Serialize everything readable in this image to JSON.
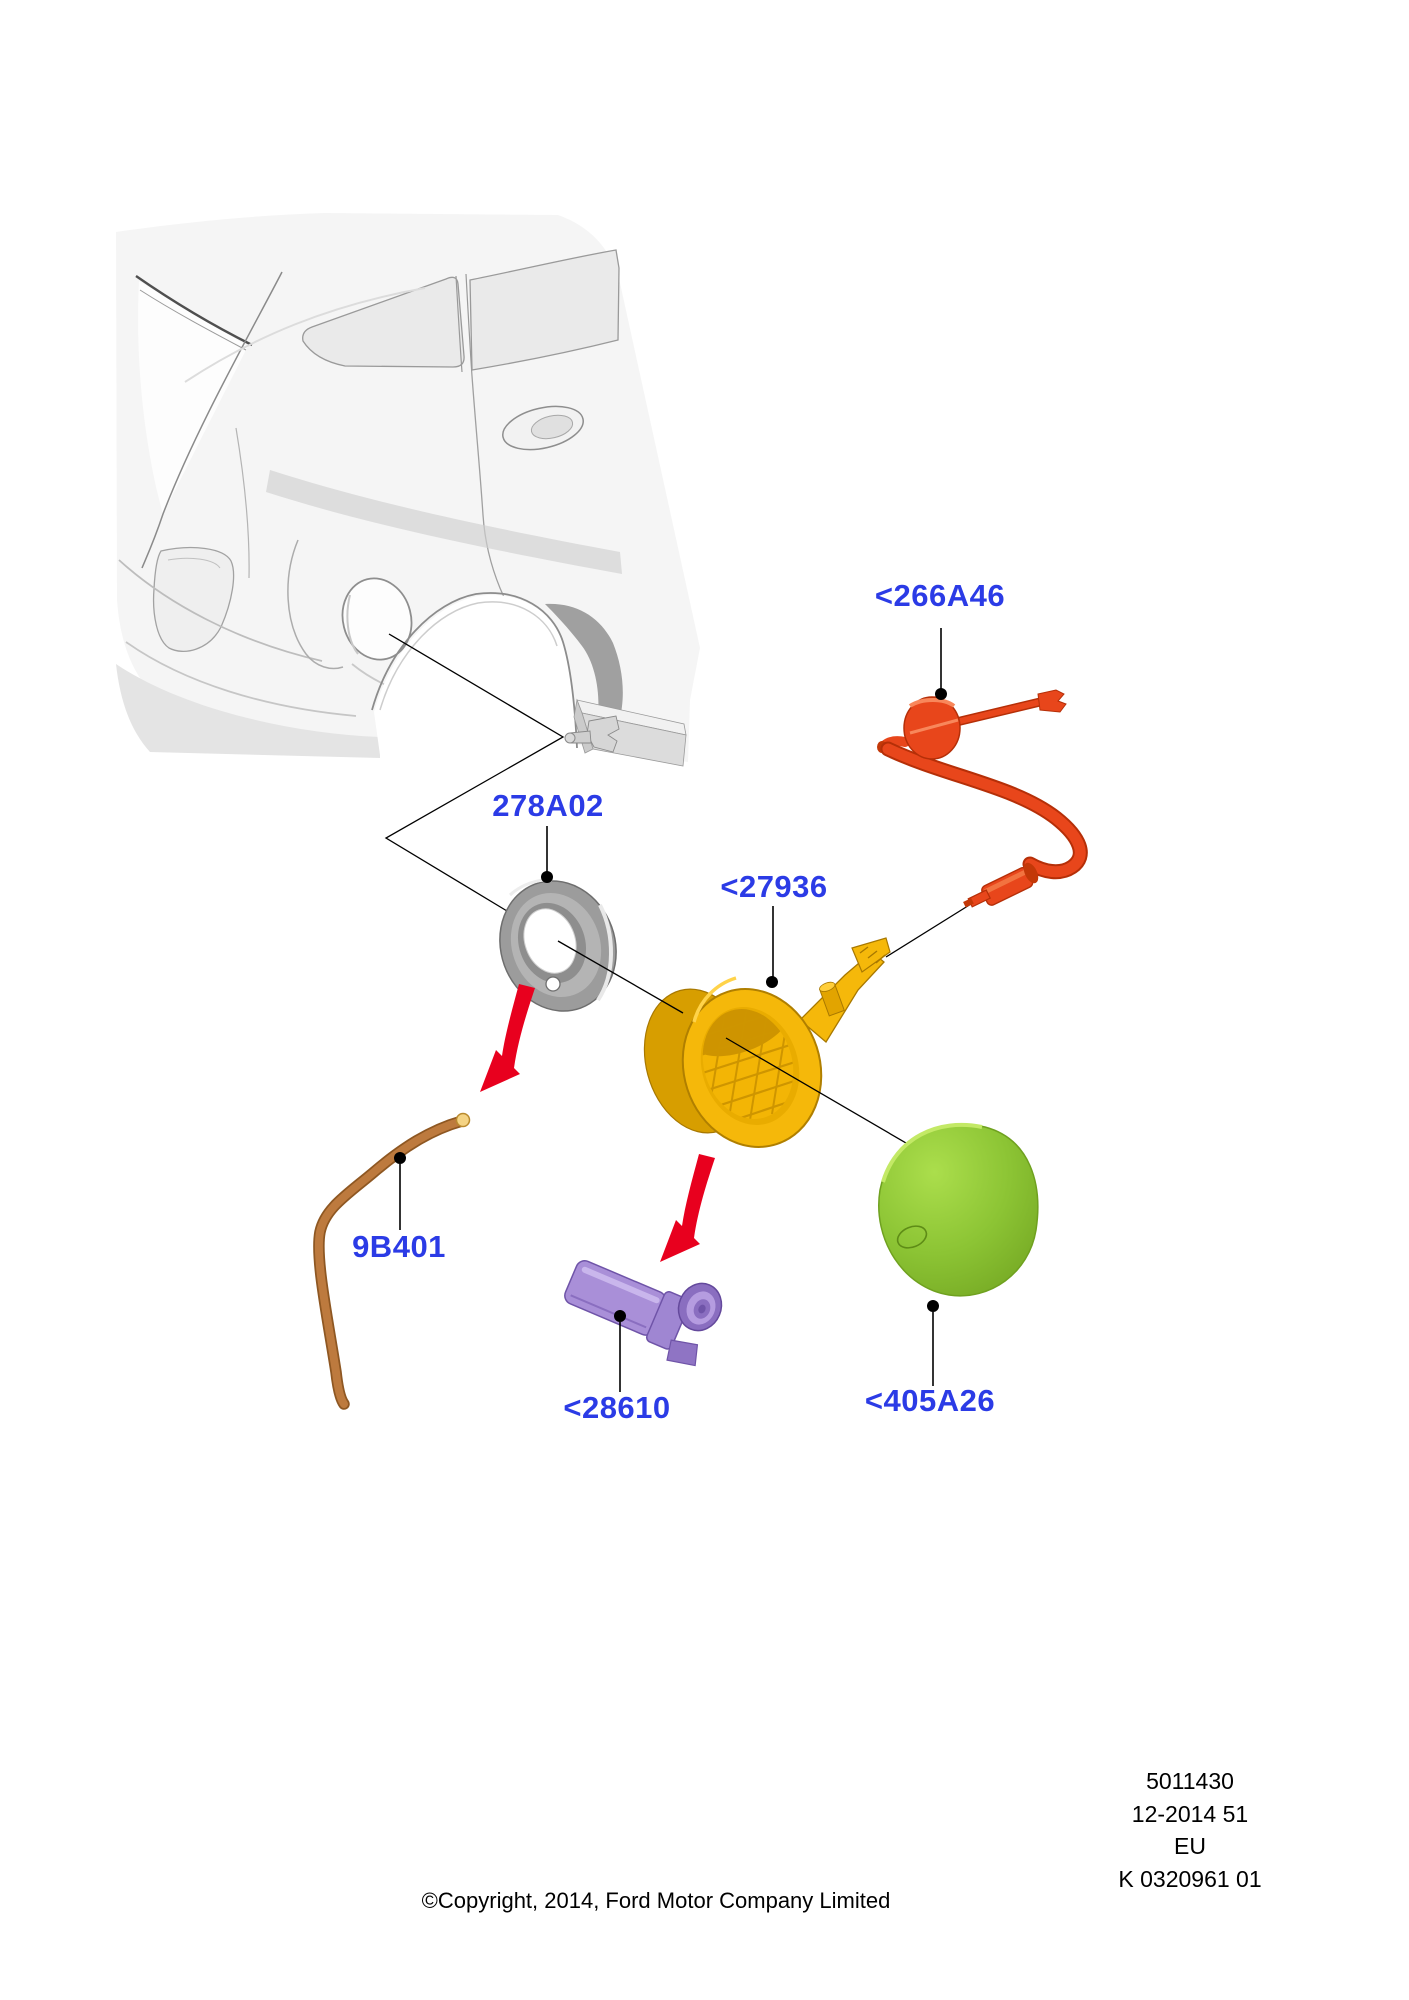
{
  "diagram": {
    "part_labels": {
      "release_cable": "<266A46",
      "filler_pocket_grommet": "278A02",
      "filler_housing": "<27936",
      "drain_tube": "9B401",
      "release_actuator": "<28610",
      "fuel_filler_door": "<405A26"
    }
  },
  "footer": {
    "copyright": "©Copyright, 2014, Ford Motor Company Limited",
    "plate": {
      "document_number": "5011430",
      "date_code": "12-2014 51",
      "market": "EU",
      "drawing_code": "K 0320961 01"
    }
  },
  "colors": {
    "label-blue": "#2B3BE6",
    "arrow-red": "#E8001E",
    "cable-orange": "#E8461B",
    "cable-orange-dark": "#B52F08",
    "housing-yellow": "#F5B80A",
    "housing-yellow-dark": "#C78E00",
    "door-green": "#8CC434",
    "actuator-purple": "#A98FD8",
    "tube-brown": "#BD7A3E",
    "grommet-gray": "#9C9C9C"
  }
}
